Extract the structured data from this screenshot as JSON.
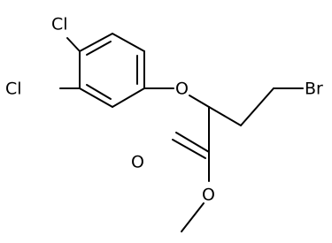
{
  "molecule": {
    "atoms": {
      "cl_top": "Cl",
      "cl_left": "Cl",
      "o_ether": "O",
      "o_carbonyl": "O",
      "o_ester": "O",
      "br": "Br"
    },
    "colors": {
      "bond": "#000000",
      "label": "#000000",
      "background": "#ffffff"
    }
  }
}
